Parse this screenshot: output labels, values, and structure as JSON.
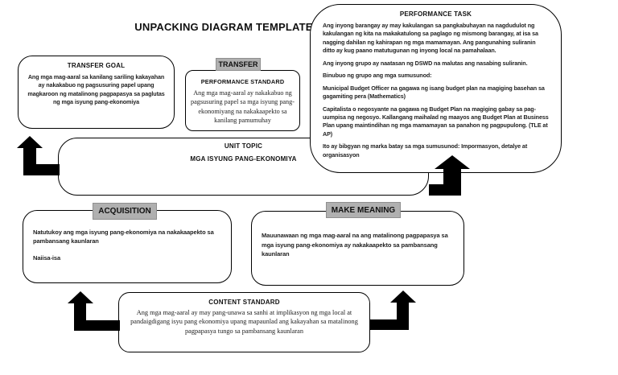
{
  "title": "UNPACKING DIAGRAM TEMPLATE",
  "colors": {
    "page_bg": "#ffffff",
    "box_border": "#000000",
    "gray_header_bg": "#b0b0b0",
    "arrow": "#000000"
  },
  "boxes": {
    "performance_task": {
      "header": "PERFORMANCE TASK",
      "paragraphs": [
        "Ang inyong barangay ay may kakulangan sa pangkabuhayan na nagdudulot ng kakulangan ng kita na makakatulong sa paglago ng mismong barangay, at isa sa nagging dahilan ng kahirapan ng mga mamamayan. Ang pangunahing suliranin ditto ay kug paano matutugunan ng inyong local na pamahalaan.",
        "Ang inyong grupo ay naatasan ng DSWD na malutas ang nasabing suliranin.",
        "Binubuo ng grupo ang mga sumusunod:",
        "Municipal Budget Officer na gagawa ng isang budget plan na magiging basehan sa gagamiting pera (Mathematics)",
        "Capitalista o negosyante na gagawa ng Budget Plan na magiging gabay sa pag-uumpisa ng negosyo. Kallangang maihalad ng maayos ang Budget Plan at Business Plan upang maintindihan ng mga mamamayan sa panahon ng pagpupulong. (TLE at AP)",
        "Ito ay bibgyan ng marka batay sa mga sumusunod: Impormasyon, detalye at organisasyon"
      ]
    },
    "transfer_goal": {
      "header": "TRANSFER GOAL",
      "body": "Ang mga mag-aaral sa kanilang sariling kakayahan ay nakakabuo ng pagsusuring papel upang magkaroon ng matalinong pagpapasya sa paglutas ng mga isyung pang-ekonomiya"
    },
    "transfer": {
      "label": "TRANSFER"
    },
    "performance_standard": {
      "header": "PERFORMANCE STANDARD",
      "body": "Ang mga mag-aaral ay nakakabuo ng pagsusuring papel sa mga isyung pang-ekonomiyang na nakakaapekto sa kanilang pamumuhay"
    },
    "unit_topic": {
      "header": "UNIT TOPIC",
      "body": "MGA ISYUNG PANG-EKONOMIYA"
    },
    "acquisition": {
      "label": "ACQUISITION",
      "body": "Natutukoy ang mga isyung pang-ekonomiya na nakakaapekto sa pambansang kaunlaran",
      "body2": "Naiisa-isa"
    },
    "make_meaning": {
      "label": "MAKE MEANING",
      "body": "Mauunawaan ng mga mag-aaral na ang matalinong pagpapasya sa mga isyung pang-ekonomiya ay nakakaapekto sa pambansang kaunlaran"
    },
    "content_standard": {
      "header": "CONTENT STANDARD",
      "body": "Ang mga mag-aaral ay may pang-unawa sa sanhi at implikasyon ng mga local at pandaigdigang isyu pang ekonomiya upang mapaunlad ang kakayahan sa matalinong pagpapasya tungo sa pambansang kaunlaran"
    }
  }
}
